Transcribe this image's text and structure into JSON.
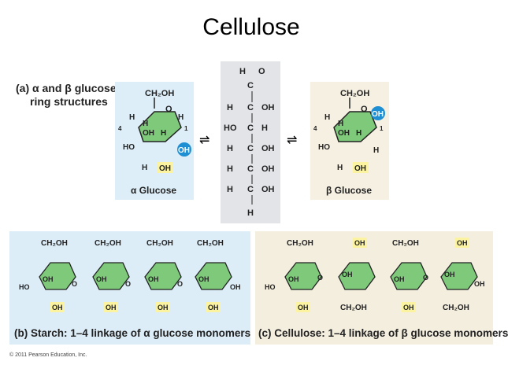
{
  "title": "Cellulose",
  "panel_a": {
    "label_line1": "(a) α and β glucose",
    "label_line2": "ring structures"
  },
  "alpha": {
    "ch2oh": "CH₂OH",
    "caption": "α Glucose",
    "oh_badge": "OH"
  },
  "beta": {
    "ch2oh": "CH₂OH",
    "caption": "β Glucose",
    "oh_badge": "OH"
  },
  "equilibrium_symbol": "⇌",
  "open_chain": {
    "rows": [
      {
        "left": "",
        "mid": "H",
        "right": "O"
      },
      {
        "left": "",
        "mid": "C",
        "right": ""
      },
      {
        "left": "H",
        "mid": "C",
        "right": "OH"
      },
      {
        "left": "HO",
        "mid": "C",
        "right": "H"
      },
      {
        "left": "H",
        "mid": "C",
        "right": "OH"
      },
      {
        "left": "H",
        "mid": "C",
        "right": "OH"
      },
      {
        "left": "H",
        "mid": "C",
        "right": "OH"
      },
      {
        "left": "",
        "mid": "H",
        "right": ""
      }
    ]
  },
  "starch": {
    "caption": "(b) Starch: 1–4 linkage of α glucose monomers"
  },
  "cellulose": {
    "caption": "(c) Cellulose: 1–4 linkage of β glucose monomers"
  },
  "copyright": "© 2011 Pearson Education, Inc.",
  "colors": {
    "blue_panel": "#ddeef8",
    "beige_panel": "#f6f0e2",
    "ring": "#7ec97a",
    "oh_highlight": "#fbf3a0",
    "oh_badge": "#1f8fd3"
  }
}
